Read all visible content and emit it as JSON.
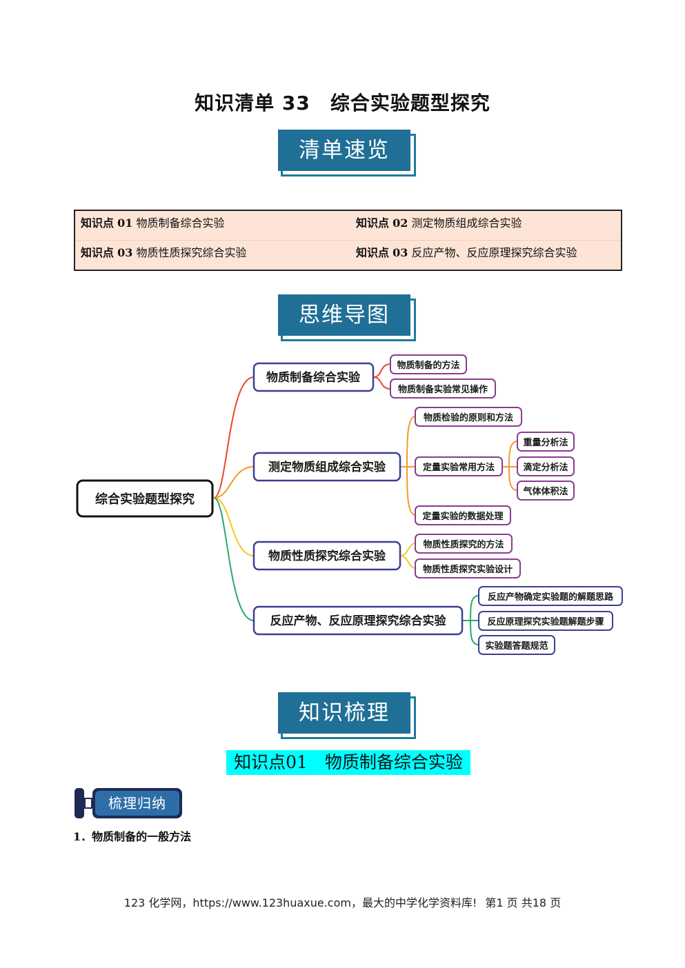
{
  "title": "知识清单 33　综合实验题型探究",
  "banners": {
    "overview": "清单速览",
    "mindmap": "思维导图",
    "knowledge": "知识梳理"
  },
  "toc": [
    {
      "prefix": "知识点",
      "num": "01",
      "text": "物质制备综合实验"
    },
    {
      "prefix": "知识点",
      "num": "02",
      "text": "测定物质组成综合实验"
    },
    {
      "prefix": "知识点",
      "num": "03",
      "text": "物质性质探究综合实验"
    },
    {
      "prefix": "知识点",
      "num": "03",
      "text": "反应产物、反应原理探究综合实验"
    }
  ],
  "mindmap": {
    "root": "综合实验题型探究",
    "branches": [
      {
        "label": "物质制备综合实验",
        "children": [
          "物质制备的方法",
          "物质制备实验常见操作"
        ]
      },
      {
        "label": "测定物质组成综合实验",
        "children": [
          "物质检验的原则和方法",
          "定量实验常用方法",
          "定量实验的数据处理"
        ],
        "grandchildren": [
          "重量分析法",
          "滴定分析法",
          "气体体积法"
        ]
      },
      {
        "label": "物质性质探究综合实验",
        "children": [
          "物质性质探究的方法",
          "物质性质探究实验设计"
        ]
      },
      {
        "label": "反应产物、反应原理探究综合实验",
        "children": [
          "反应产物确定实验题的解题思路",
          "反应原理探究实验题解题步骤",
          "实验题答题规范"
        ]
      }
    ]
  },
  "knowledge_point": {
    "prefix": "知识点",
    "num": "01",
    "text": "物质制备综合实验"
  },
  "sort_badge": "梳理归纳",
  "section_heading": "1．物质制备的一般方法",
  "footer": {
    "site": "123 化学网，https://www.123huaxue.com，最大的中学化学资料库!",
    "page": "第1 页 共18 页"
  },
  "colors": {
    "banner": "#1f6f96",
    "toc_bg": "#fde4d6",
    "kp_highlight": "#00ffff",
    "branch1": "#e8452c",
    "branch2": "#f39a2b",
    "branch3": "#f2c81e",
    "branch4": "#2aa86a",
    "node_border": "#3b3f8f"
  }
}
